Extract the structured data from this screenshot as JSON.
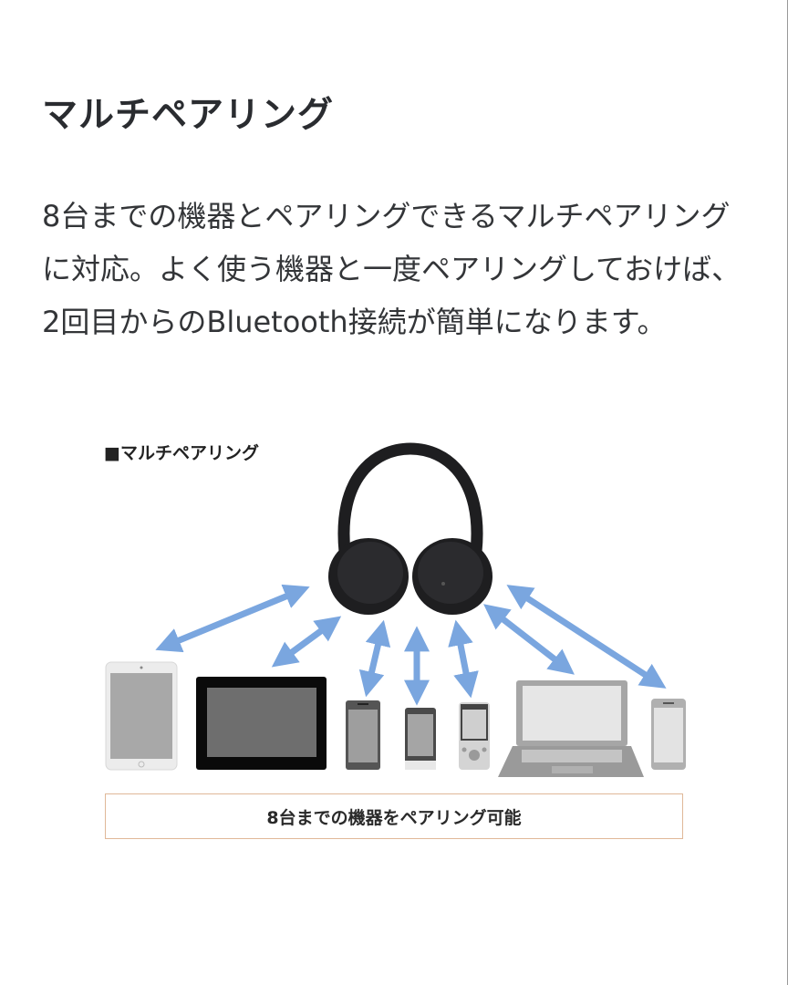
{
  "section": {
    "title": "マルチペアリング",
    "body": "8台までの機器とペアリングできるマルチペアリングに対応。よく使う機器と一度ペアリングしておけば、2回目からのBluetooth接続が簡単になります。"
  },
  "figure": {
    "label": "■マルチペアリング",
    "caption": "8台までの機器をペアリング可能",
    "center_device": "headphones",
    "devices": [
      "tablet-white",
      "tablet-black",
      "smartphone",
      "smartphone-small",
      "music-player",
      "laptop",
      "smartphone-right"
    ],
    "colors": {
      "arrow": "#7aa6df",
      "caption_border": "#e0b898",
      "headphones": "#1e1e20"
    }
  }
}
